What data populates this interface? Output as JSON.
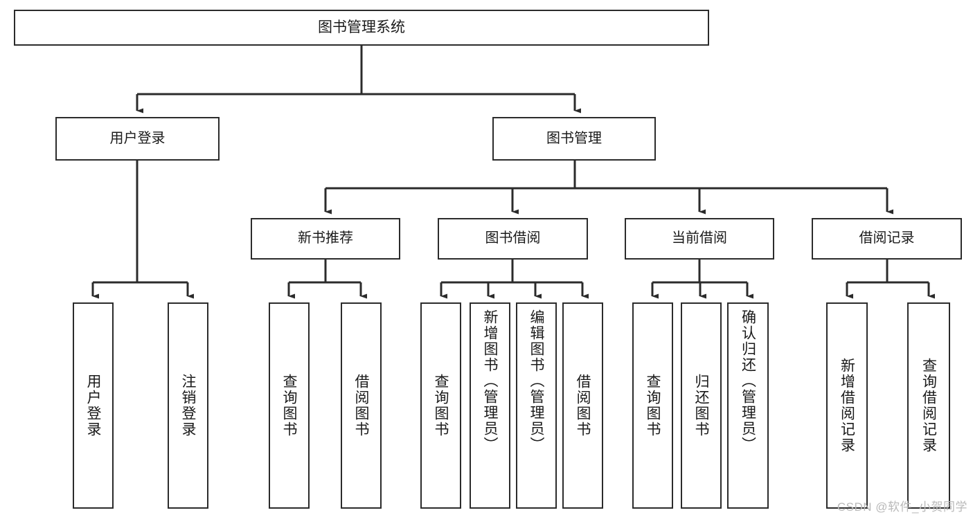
{
  "diagram": {
    "type": "tree-hierarchy-chart",
    "title": "图书管理系统",
    "stroke_color": "#2b2b2b",
    "background_color": "#ffffff",
    "watermark": "CSDN @软件_小贺同学",
    "levels": {
      "root": {
        "label": "图书管理系统"
      },
      "level1": [
        {
          "label": "用户登录"
        },
        {
          "label": "图书管理"
        }
      ],
      "level2": [
        {
          "label": "新书推荐"
        },
        {
          "label": "图书借阅"
        },
        {
          "label": "当前借阅"
        },
        {
          "label": "借阅记录"
        }
      ],
      "leaves": {
        "user_login": [
          {
            "label": "用户登录"
          },
          {
            "label": "注销登录"
          }
        ],
        "new_book_recommend": [
          {
            "label": "查询图书"
          },
          {
            "label": "借阅图书"
          }
        ],
        "book_borrow": [
          {
            "label": "查询图书"
          },
          {
            "label": "新增图书（管理员）"
          },
          {
            "label": "编辑图书（管理员）"
          },
          {
            "label": "借阅图书"
          }
        ],
        "current_borrow": [
          {
            "label": "查询图书"
          },
          {
            "label": "归还图书"
          },
          {
            "label": "确认归还（管理员）"
          }
        ],
        "borrow_record": [
          {
            "label": "新增借阅记录"
          },
          {
            "label": "查询借阅记录"
          }
        ]
      }
    }
  }
}
